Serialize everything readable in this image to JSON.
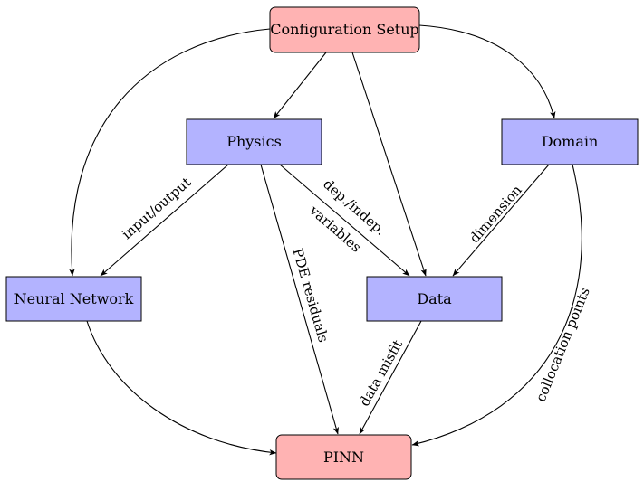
{
  "nodes": {
    "config": {
      "label": "Configuration Setup",
      "fill": "#ffb3b3"
    },
    "physics": {
      "label": "Physics",
      "fill": "#b3b3ff"
    },
    "domain": {
      "label": "Domain",
      "fill": "#b3b3ff"
    },
    "nn": {
      "label": "Neural Network",
      "fill": "#b3b3ff"
    },
    "data": {
      "label": "Data",
      "fill": "#b3b3ff"
    },
    "pinn": {
      "label": "PINN",
      "fill": "#ffb3b3"
    }
  },
  "edge_labels": {
    "input_output": "input/output",
    "dep_indep_line1": "dep./indep.",
    "dep_indep_line2": "variables",
    "dimension": "dimension",
    "pde_residuals": "PDE residuals",
    "data_misfit": "data misfit",
    "collocation_points": "collocation points"
  }
}
